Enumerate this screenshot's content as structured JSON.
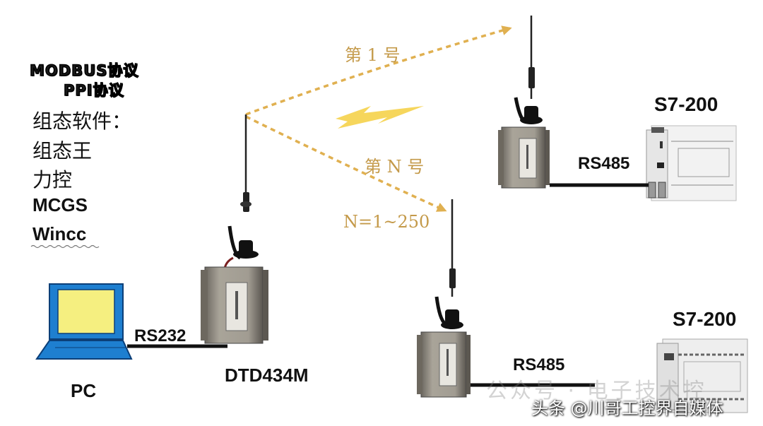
{
  "protocols": [
    "MODBUS协议",
    "PPI协议"
  ],
  "software": {
    "heading": "组态软件：",
    "items": [
      "组态王",
      "力控",
      "MCGS",
      "Wincc"
    ]
  },
  "wireless_links": {
    "first": "第 1 号",
    "nth": "第 N 号",
    "range": "N=1~250"
  },
  "devices": {
    "pc": "PC",
    "pc_link": "RS232",
    "radio": "DTD434M",
    "plc_top": "S7-200",
    "plc_top_link": "RS485",
    "plc_bottom": "S7-200",
    "plc_bottom_link": "RS485"
  },
  "watermark": "公众号 · 电子技术控",
  "source_credit": "头条 @川哥工控界自媒体",
  "colors": {
    "link": "#e0b050",
    "lightning": "#f5d24a",
    "cable": "#111111",
    "screen": "#f5ef80",
    "laptop_blue": "#1e7fd0"
  }
}
